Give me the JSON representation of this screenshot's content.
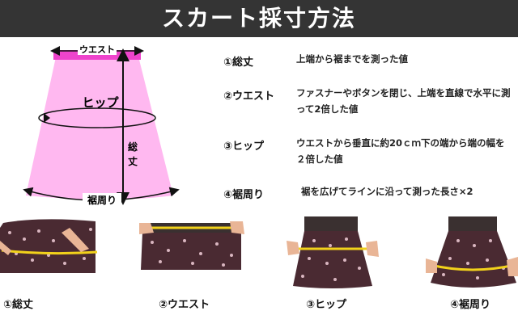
{
  "title": "スカート採寸方法",
  "diagram": {
    "waist_label": "ウエスト",
    "hip_label": "ヒップ",
    "length_label_1": "総",
    "length_label_2": "丈",
    "hem_label": "裾周り",
    "colors": {
      "skirt": "#ffb8f0",
      "waistband": "#ee44cc",
      "lines": "#111111"
    }
  },
  "specs": [
    {
      "label": "①総丈",
      "desc": "上端から裾までを測った値"
    },
    {
      "label": "②ウエスト",
      "desc": "ファスナーやボタンを閉じ、上端を直線で水平に測って2倍した値"
    },
    {
      "label": "③ヒップ",
      "desc": "ウエストから垂直に約20ｃｍ下の端から端の幅を２倍した値"
    },
    {
      "label": "④裾周り",
      "desc": "裾を広げてラインに沿って測った長さ×2"
    }
  ],
  "photos": [
    {
      "label": "①総丈"
    },
    {
      "label": "②ウエスト"
    },
    {
      "label": "③ヒップ"
    },
    {
      "label": "④裾周り"
    }
  ],
  "colors": {
    "banner": "#343434",
    "tape": "#f2d21b",
    "fabric": "#4a2a32",
    "dots": "#d9b6c0",
    "hand": "#e9b596",
    "waistband_dark": "#3a3030"
  }
}
